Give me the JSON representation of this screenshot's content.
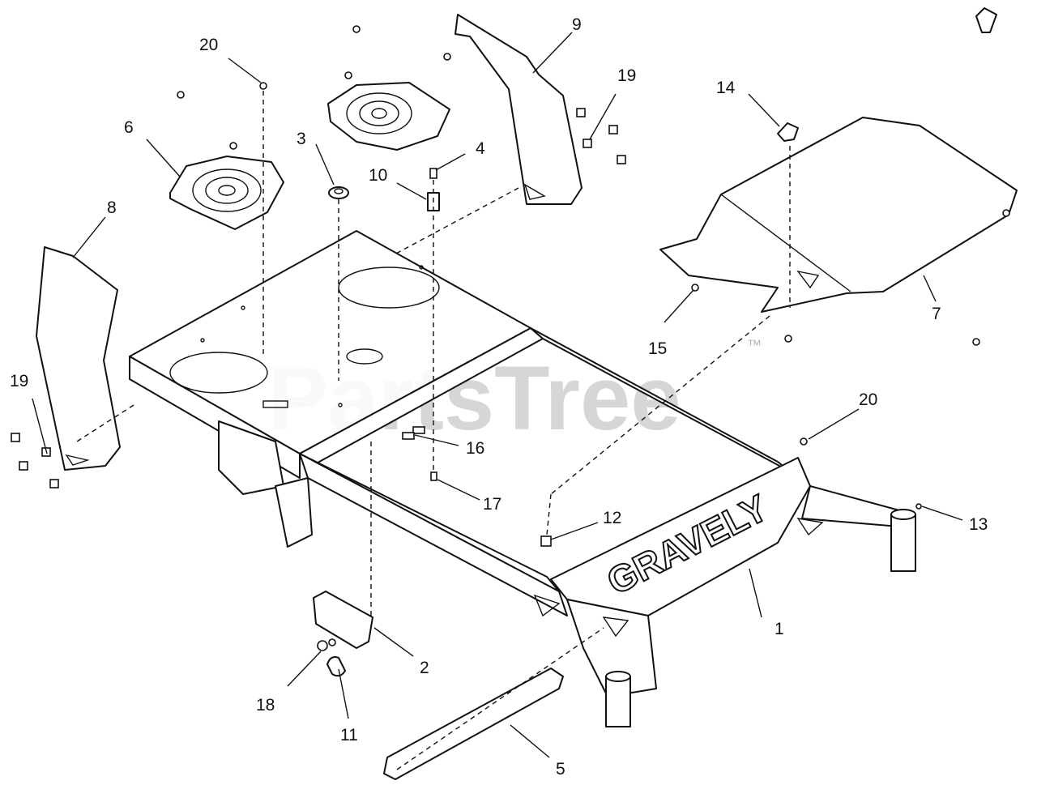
{
  "watermark": {
    "text": "PartsTree",
    "tm": "™"
  },
  "brand_text": "GRAVELY",
  "callouts": {
    "c1": "1",
    "c2": "2",
    "c3": "3",
    "c4": "4",
    "c5": "5",
    "c6": "6",
    "c7": "7",
    "c8": "8",
    "c9": "9",
    "c10": "10",
    "c11": "11",
    "c12": "12",
    "c13": "13",
    "c14": "14",
    "c15": "15",
    "c16": "16",
    "c17": "17",
    "c18": "18",
    "c19a": "19",
    "c19b": "19",
    "c20a": "20",
    "c20b": "20"
  }
}
